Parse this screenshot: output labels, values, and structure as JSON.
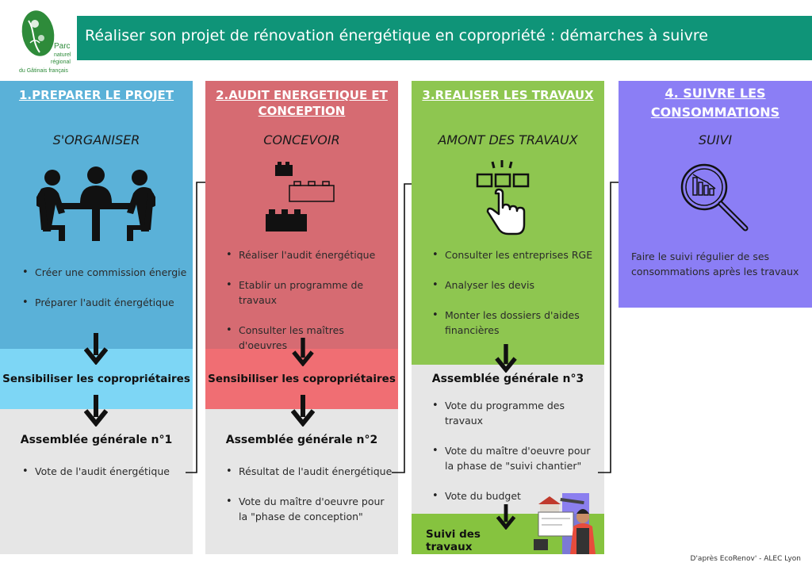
{
  "header": {
    "title": "Réaliser son projet de rénovation énergétique en copropriété : démarches à suivre",
    "logo_lines": [
      "Parc",
      "naturel",
      "régional",
      "du Gâtinais français"
    ]
  },
  "colors": {
    "header": "#0f9478",
    "col1": "#5ab1d8",
    "col1_band": "#7dd6f5",
    "col2": "#d66b72",
    "col2_band": "#f06e73",
    "col3": "#8ec650",
    "col3_band": "#86c33f",
    "col4": "#8b7ef5",
    "grey": "#e6e6e6"
  },
  "columns": [
    {
      "title": "1.PREPARER LE PROJET",
      "subtitle": "S'ORGANISER",
      "icon": "meeting-icon",
      "bullets": [
        "Créer une commission énergie",
        "Préparer l'audit énergétique"
      ],
      "band": "Sensibiliser les copropriétaires",
      "assembly": "Assemblée générale n°1",
      "assembly_bullets": [
        "Vote de l'audit énergétique"
      ]
    },
    {
      "title_line1": "2.AUDIT ENERGETIQUE ET",
      "title_line2": "CONCEPTION",
      "subtitle": "CONCEVOIR",
      "icon": "bricks-icon",
      "bullets": [
        "Réaliser l'audit énergétique",
        "Etablir un programme de travaux",
        "Consulter les maîtres d'oeuvres"
      ],
      "band": "Sensibiliser les copropriétaires",
      "assembly": "Assemblée générale n°2",
      "assembly_bullets": [
        "Résultat de l'audit énergétique",
        "Vote du maître d'oeuvre pour la \"phase de conception\""
      ]
    },
    {
      "title": "3.REALISER LES TRAVAUX",
      "subtitle": "AMONT DES TRAVAUX",
      "icon": "selection-hand-icon",
      "bullets": [
        "Consulter les entreprises RGE",
        "Analyser les devis",
        "Monter les dossiers d'aides financières"
      ],
      "assembly": "Assemblée générale n°3",
      "assembly_bullets": [
        "Vote du programme des travaux",
        "Vote du maître d'oeuvre pour la phase de \"suivi chantier\"",
        "Vote du budget"
      ],
      "band": "Suivi des travaux"
    },
    {
      "title_line1": "4. SUIVRE LES",
      "title_line2": "CONSOMMATIONS",
      "subtitle": "SUIVI",
      "icon": "magnifier-chart-icon",
      "text": "Faire le suivi régulier de ses consommations après les travaux"
    }
  ],
  "footer": "D'après EcoRenov' - ALEC Lyon"
}
